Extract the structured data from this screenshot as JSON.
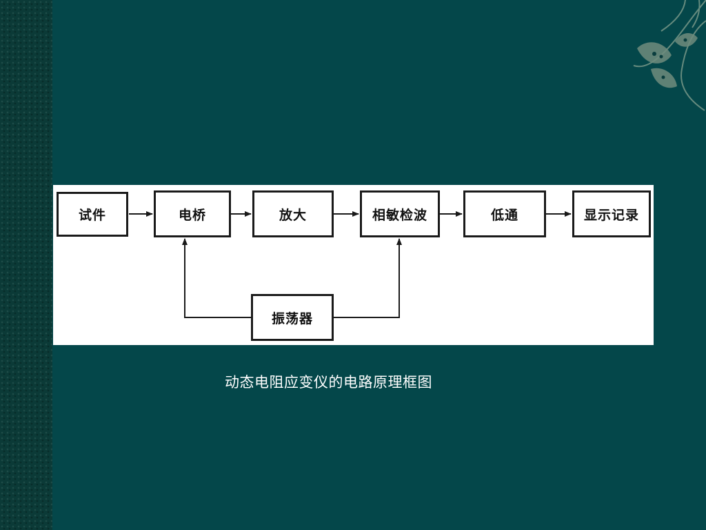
{
  "theme": {
    "background": "#04474a",
    "strip": "#0b3a37",
    "panel": "#ffffff",
    "line": "#1a1a1a"
  },
  "diagram": {
    "nodes": {
      "specimen": "试件",
      "bridge": "电桥",
      "amplifier": "放大",
      "phase_detector": "相敏检波",
      "lowpass": "低通",
      "display": "显示记录",
      "oscillator": "振荡器"
    },
    "edges": [
      [
        "试件",
        "电桥"
      ],
      [
        "电桥",
        "放大"
      ],
      [
        "放大",
        "相敏检波"
      ],
      [
        "相敏检波",
        "低通"
      ],
      [
        "低通",
        "显示记录"
      ],
      [
        "振荡器",
        "电桥"
      ],
      [
        "振荡器",
        "相敏检波"
      ]
    ]
  },
  "caption": "动态电阻应变仪的电路原理框图",
  "decor": {
    "corner_icon": "floral-ornament-icon"
  }
}
